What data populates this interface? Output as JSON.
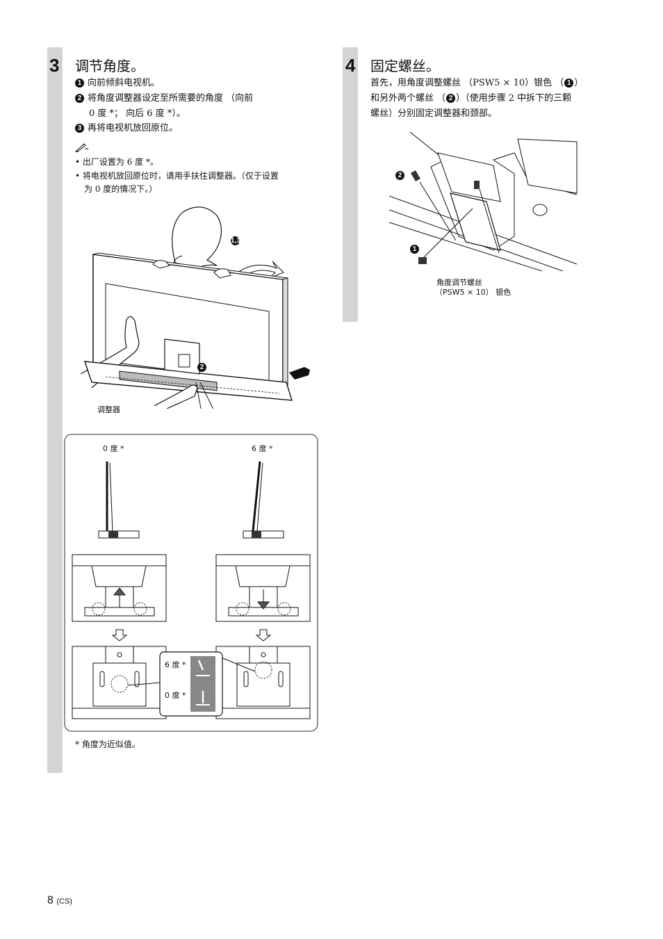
{
  "step3": {
    "number": "3",
    "title": "调节角度。",
    "items": [
      {
        "mark": "1",
        "text": "向前倾斜电视机。"
      },
      {
        "mark": "2",
        "text": "将角度调整器设定至所需要的角度 （向前"
      },
      {
        "mark": "",
        "text": "0 度 *； 向后 6 度 *）。"
      },
      {
        "mark": "3",
        "text": "再将电视机放回原位。"
      }
    ],
    "note_icon": "pencil-note-icon",
    "notes": [
      "出厂设置为 6 度 *。",
      "将电视机放回原位时，请用手扶住调整器。（仅于设置",
      "为 0 度的情况下。）"
    ],
    "callout_13": "1,3",
    "callout_2": "2",
    "label_adjuster": "调整器",
    "label_0deg": "0 度 *",
    "label_6deg": "6 度 *",
    "inset_6deg": "6 度 *",
    "inset_0deg": "0 度 *",
    "footnote": "* 角度为近似值。"
  },
  "step4": {
    "number": "4",
    "title": "固定螺丝。",
    "lines": [
      "首先，用角度调整螺丝 （PSW5 × 10）银色 （",
      "和另外两个螺丝 （",
      "螺丝）分别固定调整器和颈部。"
    ],
    "line1_mark": "1",
    "line1_end": "）",
    "line2_mark": "2",
    "line2_end": "）（使用步骤 2 中拆下的三颗",
    "callout_1": "1",
    "callout_2": "2",
    "screw_label_1": "角度调节螺丝",
    "screw_label_2": "（PSW5 × 10） 银色"
  },
  "footer": {
    "page": "8",
    "suffix": "(CS)"
  }
}
